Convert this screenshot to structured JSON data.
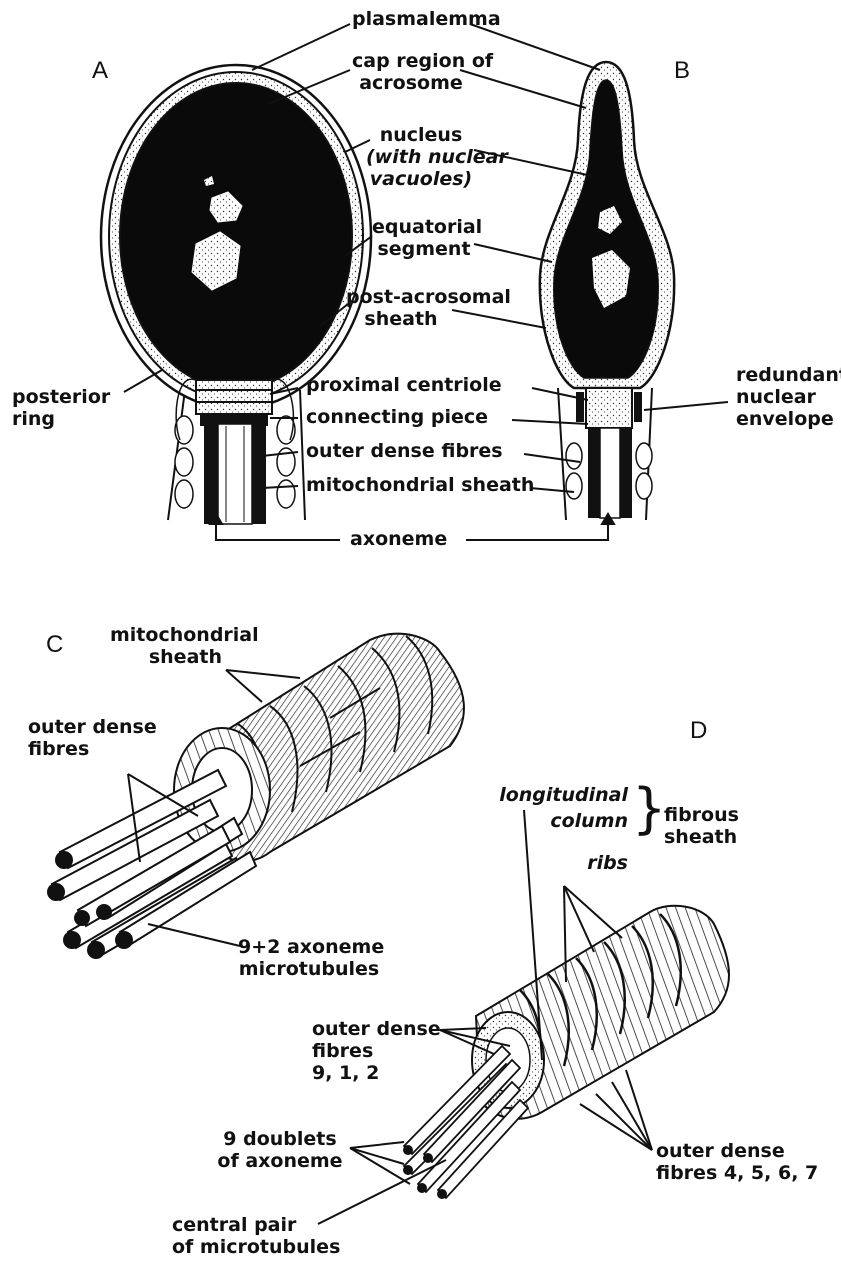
{
  "panels": {
    "a": "A",
    "b": "B",
    "c": "C",
    "d": "D"
  },
  "ab_labels": {
    "plasmalemma": "plasmalemma",
    "cap_region_line1": "cap region of",
    "cap_region_line2": "acrosome",
    "nucleus_line1": "nucleus",
    "nucleus_line2": "(with nuclear",
    "nucleus_line3": "vacuoles)",
    "equatorial_line1": "equatorial",
    "equatorial_line2": "segment",
    "post_acrosomal_line1": "post-acrosomal",
    "post_acrosomal_line2": "sheath",
    "posterior_ring_line1": "posterior",
    "posterior_ring_line2": "ring",
    "proximal_centriole": "proximal centriole",
    "connecting_piece": "connecting piece",
    "outer_dense_fibres": "outer dense fibres",
    "mitochondrial_sheath": "mitochondrial sheath",
    "axoneme": "axoneme",
    "redundant_line1": "redundant",
    "redundant_line2": "nuclear",
    "redundant_line3": "envelope"
  },
  "c_labels": {
    "mito_line1": "mitochondrial",
    "mito_line2": "sheath",
    "odf_line1": "outer dense",
    "odf_line2": "fibres",
    "axoneme_line1": "9+2 axoneme",
    "axoneme_line2": "microtubules"
  },
  "d_labels": {
    "longitudinal": "longitudinal",
    "column": "column",
    "ribs": "ribs",
    "fibrous_line1": "fibrous",
    "fibrous_line2": "sheath",
    "odf_top_line1": "outer dense",
    "odf_top_line2": "fibres",
    "odf_top_line3": "9, 1, 2",
    "doublets_line1": "9 doublets",
    "doublets_line2": "of axoneme",
    "central_line1": "central pair",
    "central_line2": "of microtubules",
    "odf_right_line1": "outer dense",
    "odf_right_line2": "fibres 4, 5, 6, 7"
  }
}
